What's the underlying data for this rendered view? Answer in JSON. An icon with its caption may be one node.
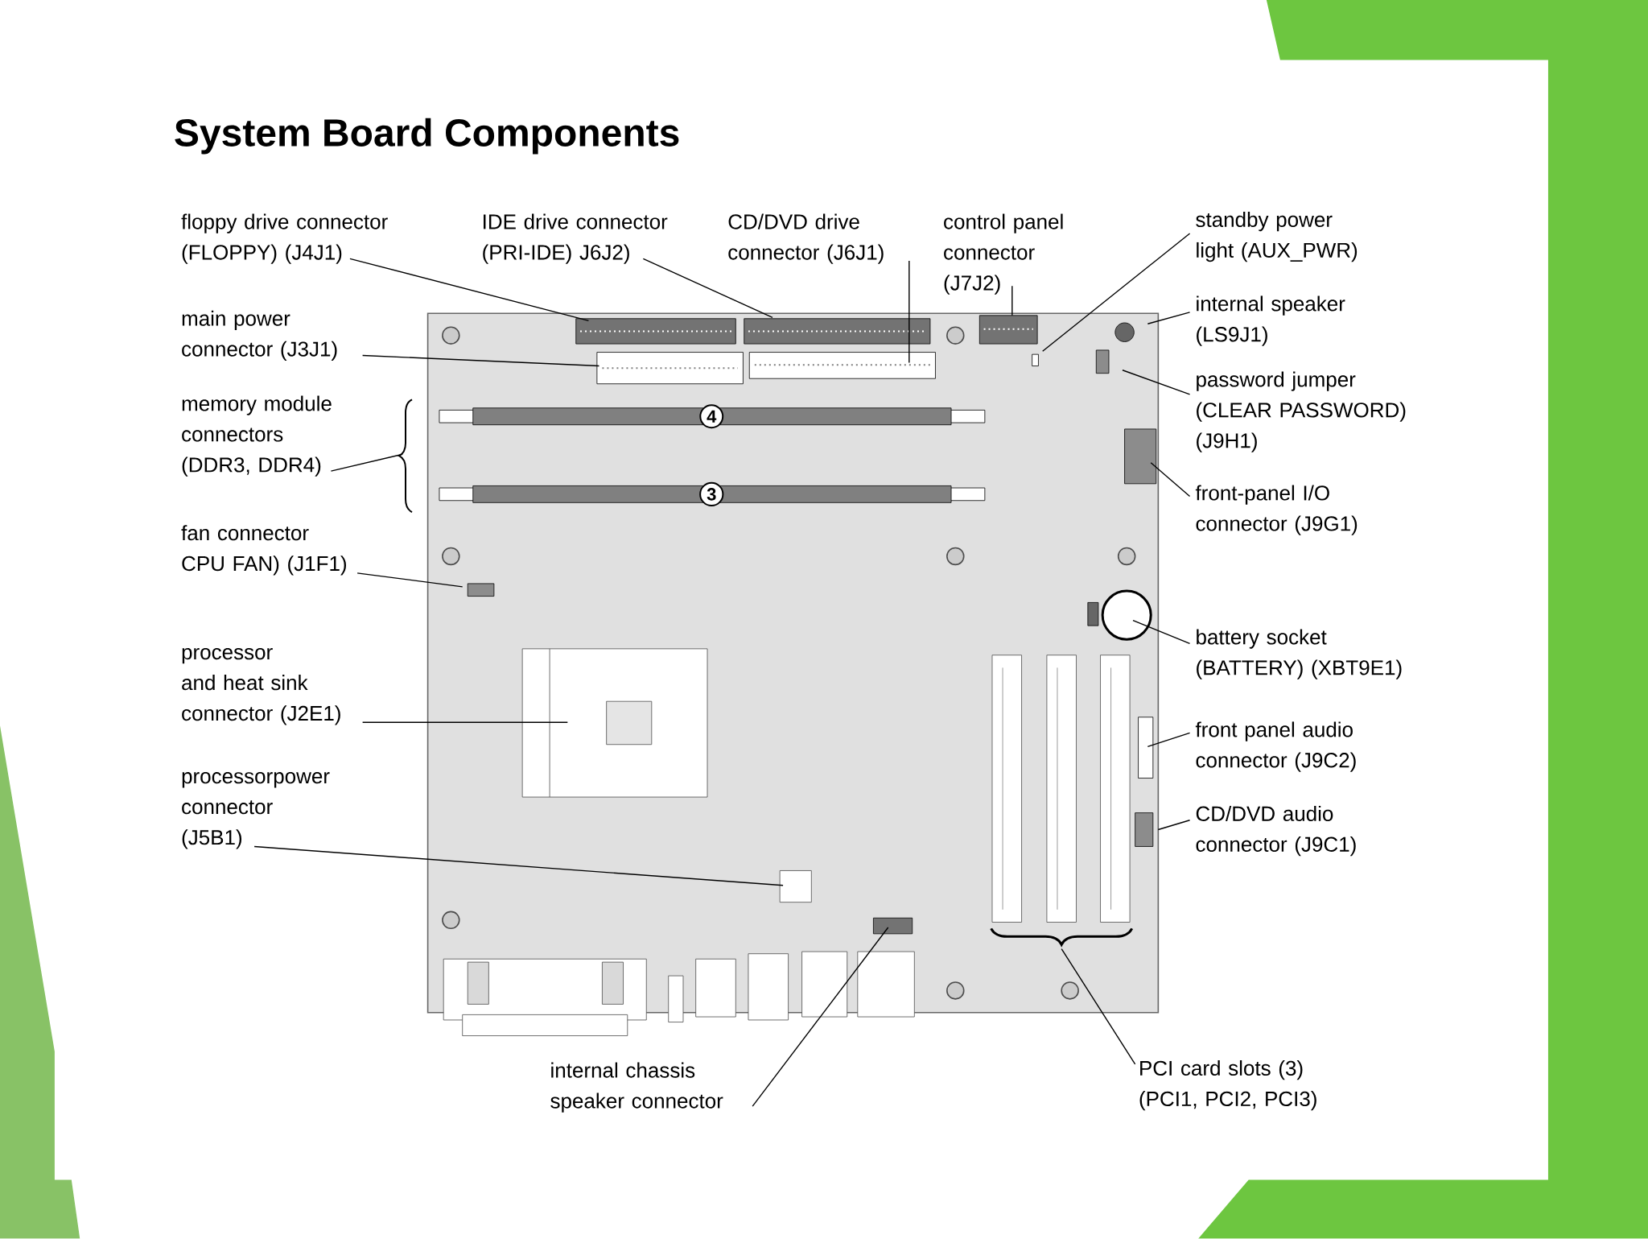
{
  "diagram": {
    "title": "System Board Components",
    "nodes": [
      {
        "text": [
          "floppy drive connector (FLOPPY) (J4J1)"
        ]
      },
      {
        "text": [
          "IDE drive connector (PRI-IDE) J6J2)"
        ]
      },
      {
        "text": [
          "CD/DVD drive connector (J6J1)"
        ]
      },
      {
        "text": [
          "control panel connector (J7J2)"
        ]
      },
      {
        "text": [
          "standby power light (AUX_PWR)"
        ]
      },
      {
        "text": [
          "main power connector (J3J1)"
        ]
      },
      {
        "text": [
          "internal speaker (LS9J1)"
        ]
      },
      {
        "text": [
          "password jumper (CLEAR PASSWORD) (J9H1)"
        ]
      },
      {
        "text": [
          "memory module connectors (DDR3, DDR4)"
        ]
      },
      {
        "text": [
          "front-panel I/O connector (J9G1)"
        ]
      },
      {
        "text": [
          "fan connector CPU FAN) (J1F1)"
        ]
      },
      {
        "text": [
          "battery socket (BATTERY) (XBT9E1)"
        ]
      },
      {
        "text": [
          "processor and heat sink connector (J2E1)"
        ]
      },
      {
        "text": [
          "front panel audio connector (J9C2)"
        ]
      },
      {
        "text": [
          "processorpower connector (J5B1)"
        ]
      },
      {
        "text": [
          "CD/DVD audio connector (J9C1)"
        ]
      },
      {
        "text": [
          "internal chassis speaker connector"
        ]
      },
      {
        "text": [
          "PCI card slots (3) (PCI1, PCI2, PCI3)"
        ]
      },
      {
        "text": [],
        "shape": "brace"
      }
    ],
    "edges": [
      {
        "from": 0,
        "to": null,
        "arrow": "none"
      },
      {
        "from": 1,
        "to": null,
        "arrow": "none"
      },
      {
        "from": 2,
        "to": null,
        "arrow": "none"
      },
      {
        "from": 3,
        "to": null,
        "arrow": "none"
      },
      {
        "from": 4,
        "to": null,
        "arrow": "none"
      },
      {
        "from": 5,
        "to": null,
        "arrow": "none"
      },
      {
        "from": 6,
        "to": null,
        "arrow": "none"
      },
      {
        "from": 7,
        "to": null,
        "arrow": "none"
      },
      {
        "from": 8,
        "to": null,
        "arrow": "none"
      },
      {
        "from": 9,
        "to": null,
        "arrow": "none"
      },
      {
        "from": 10,
        "to": null,
        "arrow": "none"
      },
      {
        "from": 11,
        "to": null,
        "arrow": "none"
      },
      {
        "from": 12,
        "to": null,
        "arrow": "none"
      },
      {
        "from": 13,
        "to": null,
        "arrow": "none"
      },
      {
        "from": 14,
        "to": null,
        "arrow": "none"
      },
      {
        "from": 15,
        "to": null,
        "arrow": "none"
      },
      {
        "from": 16,
        "to": null,
        "arrow": "none"
      },
      {
        "from": 17,
        "to": 18,
        "arrow": "none"
      }
    ],
    "labels": [
      "4",
      "3"
    ]
  }
}
